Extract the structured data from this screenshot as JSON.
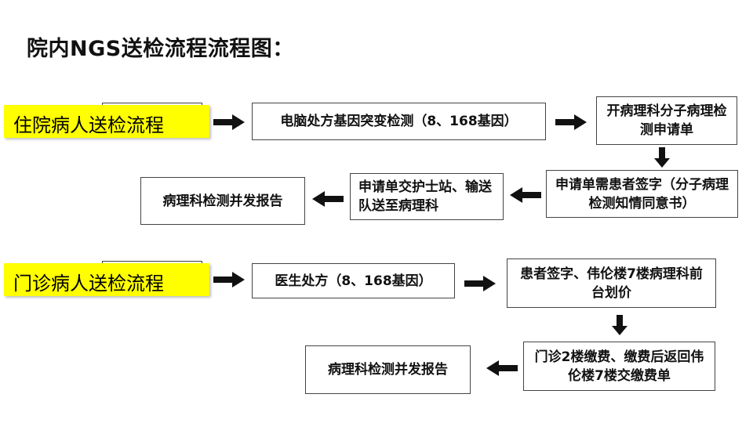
{
  "title": "院内NGS送检流程流程图：",
  "inpatient": {
    "label": "住院病人送检流程",
    "step1": "电脑处方基因突变检测（8、168基因）",
    "step2": "开病理科分子病理检测申请单",
    "step3": "申请单需患者签字（分子病理检测知情同意书）",
    "step4": "申请单交护士站、输送队送至病理科",
    "step5": "病理科检测并发报告"
  },
  "outpatient": {
    "label": "门诊病人送检流程",
    "step1": "医生处方（8、168基因）",
    "step2": "患者签字、伟伦楼7楼病理科前台划价",
    "step3": "门诊2楼缴费、缴费后返回伟伦楼7楼交缴费单",
    "step4": "病理科检测并发报告"
  },
  "colors": {
    "label_bg": "#ffff00",
    "arrow": "#111111"
  }
}
